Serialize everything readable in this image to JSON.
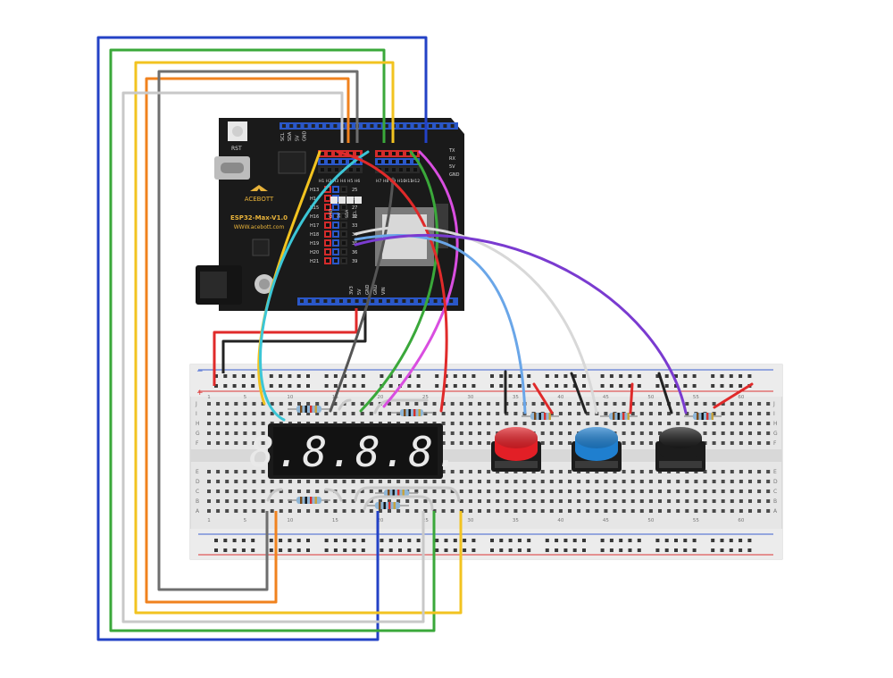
{
  "board": {
    "brand": "ACEBOTT",
    "model": "ESP32-Max-V1.0",
    "url": "WWW.acebott.com",
    "reset_label": "RST",
    "top_header_labels": [
      "SCL",
      "SDA",
      "5V",
      "GND",
      "",
      "",
      "",
      "",
      "",
      "",
      "",
      "",
      "",
      "",
      "",
      "",
      "",
      "",
      "",
      "",
      "TX",
      "RX",
      "5V",
      "GND"
    ],
    "ext_header_labels": [
      "H1",
      "H2",
      "H3",
      "H4",
      "H5",
      "H6",
      "H7",
      "H8",
      "H9",
      "H10",
      "H11",
      "H12"
    ],
    "side_labels_left": [
      "H13",
      "H14",
      "H15",
      "H16",
      "H17",
      "H18",
      "H19",
      "H20",
      "H21"
    ],
    "side_labels_right": [
      "25",
      "26",
      "27",
      "32",
      "33",
      "34",
      "35",
      "36",
      "39"
    ],
    "i2c_labels": [
      "GND",
      "5V",
      "SDA",
      "SCL"
    ],
    "bottom_header_labels": [
      "3V3",
      "5V",
      "GND",
      "GND",
      "VIN"
    ]
  },
  "breadboard": {
    "row_letters_top": [
      "J",
      "I",
      "H",
      "G",
      "F"
    ],
    "row_letters_bottom": [
      "E",
      "D",
      "C",
      "B",
      "A"
    ],
    "column_numbers": [
      "1",
      "5",
      "10",
      "15",
      "20",
      "25",
      "30",
      "35",
      "40",
      "45",
      "50",
      "55",
      "60"
    ]
  },
  "display": {
    "digits": "8.8.8.8."
  },
  "buttons": [
    {
      "name": "red",
      "color": "#e21f26"
    },
    {
      "name": "blue",
      "color": "#1f7fcf"
    },
    {
      "name": "black",
      "color": "#1c1c1c"
    }
  ],
  "colors": {
    "blue_wire": "#2342c6",
    "green_wire": "#3aa83a",
    "yellow_wire": "#f2c320",
    "orange_wire": "#f0821e",
    "gray_wire": "#6e6e6e",
    "light_gray_wire": "#c8c8c8",
    "cyan_wire": "#3cc6d6",
    "magenta_wire": "#d94ee0",
    "purple_wire": "#7a3bd0",
    "skyblue_wire": "#6aa6e8",
    "red_wire": "#e02a2a",
    "black_wire": "#222222",
    "board_black": "#1a1a1a",
    "header_red": "#d42b2b",
    "header_blue": "#2a57c8"
  }
}
